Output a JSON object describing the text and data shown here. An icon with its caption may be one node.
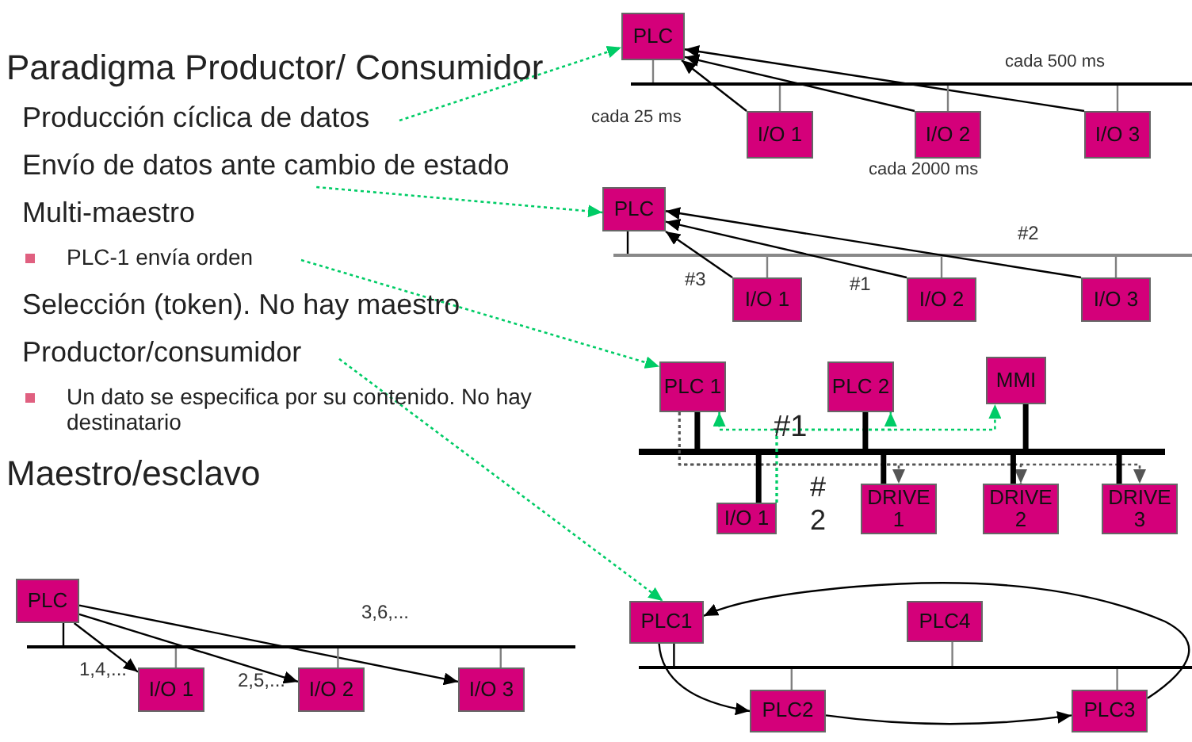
{
  "diagram": {
    "nodes": [
      {
        "text": [
          "Producción cíclica de datos"
        ]
      },
      {
        "text": [
          "Envío de datos ante cambio de estado"
        ]
      },
      {
        "text": [
          "PLC-1 envía orden"
        ]
      },
      {
        "text": [
          "Productor/consumidor"
        ]
      },
      {
        "text": [
          "PLC"
        ]
      },
      {
        "text": [
          "I/O 1"
        ]
      },
      {
        "text": [
          "I/O 2"
        ]
      },
      {
        "text": [
          "I/O 3"
        ]
      },
      {
        "text": [
          "PLC"
        ]
      },
      {
        "text": [
          "I/O 1"
        ]
      },
      {
        "text": [
          "I/O 2"
        ]
      },
      {
        "text": [
          "I/O 3"
        ]
      },
      {
        "text": [
          "PLC 1"
        ]
      },
      {
        "text": [
          "PLC 2"
        ]
      },
      {
        "text": [
          "MMI"
        ]
      },
      {
        "text": [
          "I/O 1"
        ]
      },
      {
        "text": [
          "DRIVE 1"
        ]
      },
      {
        "text": [
          "DRIVE 2"
        ]
      },
      {
        "text": [
          "DRIVE 3"
        ]
      },
      {
        "text": [
          "PLC1"
        ]
      },
      {
        "text": [
          "PLC4"
        ]
      },
      {
        "text": [
          "PLC2"
        ]
      },
      {
        "text": [
          "PLC3"
        ]
      },
      {
        "text": [
          "PLC"
        ]
      },
      {
        "text": [
          "I/O 1"
        ]
      },
      {
        "text": [
          "I/O 2"
        ]
      },
      {
        "text": [
          "I/O 3"
        ]
      },
      {
        "text": [],
        "shape": "bar"
      },
      {
        "text": [],
        "shape": "bar"
      },
      {
        "text": [],
        "shape": "bar"
      },
      {
        "text": [],
        "shape": "bar"
      },
      {
        "text": [],
        "shape": "bar"
      }
    ],
    "edges": [
      {
        "from": 0,
        "to": 4,
        "arrow": "to",
        "style": "dashed",
        "color": "#00cc66"
      },
      {
        "from": 1,
        "to": 8,
        "arrow": "to",
        "style": "dashed",
        "color": "#00cc66"
      },
      {
        "from": 2,
        "to": 12,
        "arrow": "to",
        "style": "dashed",
        "color": "#00cc66"
      },
      {
        "from": 3,
        "to": 19,
        "arrow": "to",
        "style": "dashed",
        "color": "#00cc66"
      },
      {
        "from": 5,
        "to": 4,
        "arrow": "to"
      },
      {
        "from": 6,
        "to": 4,
        "arrow": "to"
      },
      {
        "from": 7,
        "to": 4,
        "arrow": "to"
      },
      {
        "from": 4,
        "to": 27,
        "arrow": "none",
        "color": "#808080"
      },
      {
        "from": 5,
        "to": 27,
        "arrow": "none",
        "color": "#808080"
      },
      {
        "from": 6,
        "to": 27,
        "arrow": "none",
        "color": "#808080"
      },
      {
        "from": 7,
        "to": 27,
        "arrow": "none",
        "color": "#808080"
      },
      {
        "from": 9,
        "to": 8,
        "arrow": "to"
      },
      {
        "from": 10,
        "to": 8,
        "arrow": "to"
      },
      {
        "from": 11,
        "to": 8,
        "arrow": "to"
      },
      {
        "from": 8,
        "to": 28,
        "arrow": "none"
      },
      {
        "from": 9,
        "to": 28,
        "arrow": "none",
        "color": "#808080"
      },
      {
        "from": 10,
        "to": 28,
        "arrow": "none",
        "color": "#808080"
      },
      {
        "from": 11,
        "to": 28,
        "arrow": "none",
        "color": "#808080"
      },
      {
        "from": 15,
        "to": 12,
        "arrow": "to",
        "style": "dashed",
        "color": "#00cc66"
      },
      {
        "from": 15,
        "to": 13,
        "arrow": "to",
        "style": "dashed",
        "color": "#00cc66"
      },
      {
        "from": 15,
        "to": 14,
        "arrow": "to",
        "style": "dashed",
        "color": "#00cc66"
      },
      {
        "from": 12,
        "to": 16,
        "arrow": "to",
        "style": "dashed",
        "color": "#555555"
      },
      {
        "from": 12,
        "to": 17,
        "arrow": "to",
        "style": "dashed",
        "color": "#555555"
      },
      {
        "from": 12,
        "to": 18,
        "arrow": "to",
        "style": "dashed",
        "color": "#555555"
      },
      {
        "from": 12,
        "to": 29,
        "arrow": "none",
        "style": "thick"
      },
      {
        "from": 13,
        "to": 29,
        "arrow": "none",
        "style": "thick"
      },
      {
        "from": 14,
        "to": 29,
        "arrow": "none",
        "style": "thick"
      },
      {
        "from": 15,
        "to": 29,
        "arrow": "none",
        "style": "thick"
      },
      {
        "from": 16,
        "to": 29,
        "arrow": "none",
        "style": "thick"
      },
      {
        "from": 17,
        "to": 29,
        "arrow": "none",
        "style": "thick"
      },
      {
        "from": 18,
        "to": 29,
        "arrow": "none",
        "style": "thick"
      },
      {
        "from": 19,
        "to": 21,
        "arrow": "to"
      },
      {
        "from": 21,
        "to": 22,
        "arrow": "to"
      },
      {
        "from": 22,
        "to": 19,
        "arrow": "to"
      },
      {
        "from": 19,
        "to": 30,
        "arrow": "none"
      },
      {
        "from": 20,
        "to": 30,
        "arrow": "none",
        "color": "#808080"
      },
      {
        "from": 21,
        "to": 30,
        "arrow": "none",
        "color": "#808080"
      },
      {
        "from": 22,
        "to": 30,
        "arrow": "none",
        "color": "#808080"
      },
      {
        "from": 23,
        "to": 24,
        "arrow": "to"
      },
      {
        "from": 23,
        "to": 25,
        "arrow": "to"
      },
      {
        "from": 23,
        "to": 26,
        "arrow": "to"
      },
      {
        "from": 23,
        "to": 31,
        "arrow": "none"
      },
      {
        "from": 24,
        "to": 31,
        "arrow": "none",
        "color": "#808080"
      },
      {
        "from": 25,
        "to": 31,
        "arrow": "none",
        "color": "#808080"
      },
      {
        "from": 26,
        "to": 31,
        "arrow": "none",
        "color": "#808080"
      }
    ],
    "labels": [
      "Paradigma Productor/ Consumidor",
      "cada 500 ms",
      "cada 25 ms",
      "cada 2000 ms",
      "Multi-maestro",
      "#2",
      "#3",
      "#1",
      "Selección (token). No hay maestro",
      "Un dato se especifica por su contenido. No hay destinatario",
      "#1",
      "Maestro/esclavo",
      "# 2",
      "3,6,...",
      "1,4,...",
      "2,5,..."
    ]
  }
}
